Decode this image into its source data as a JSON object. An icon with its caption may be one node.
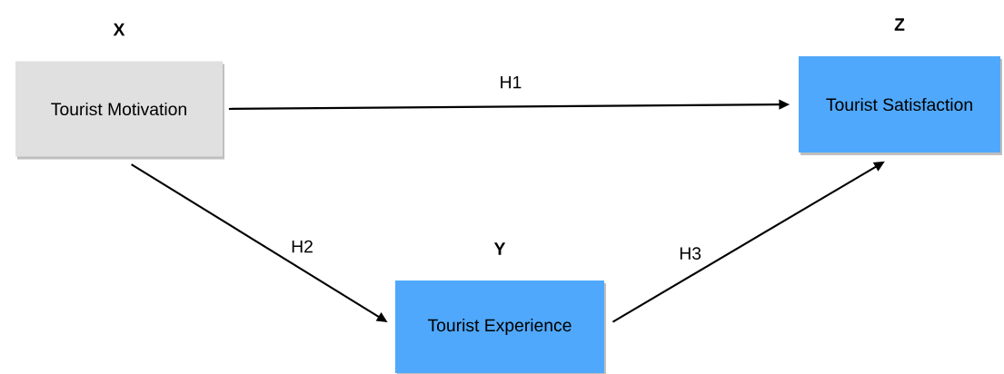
{
  "diagram": {
    "nodes": [
      {
        "text": [
          "X",
          "Tourist Motivation"
        ]
      },
      {
        "text": [
          "Z",
          "Tourist Satisfaction"
        ]
      },
      {
        "text": [
          "Y",
          "Tourist Experience"
        ]
      }
    ],
    "edges": [
      {
        "from": 0,
        "to": 1,
        "arrow": "to",
        "label": "H1"
      },
      {
        "from": 0,
        "to": 2,
        "arrow": "to",
        "label": "H2"
      },
      {
        "from": 2,
        "to": 1,
        "arrow": "to",
        "label": "H3"
      }
    ]
  }
}
